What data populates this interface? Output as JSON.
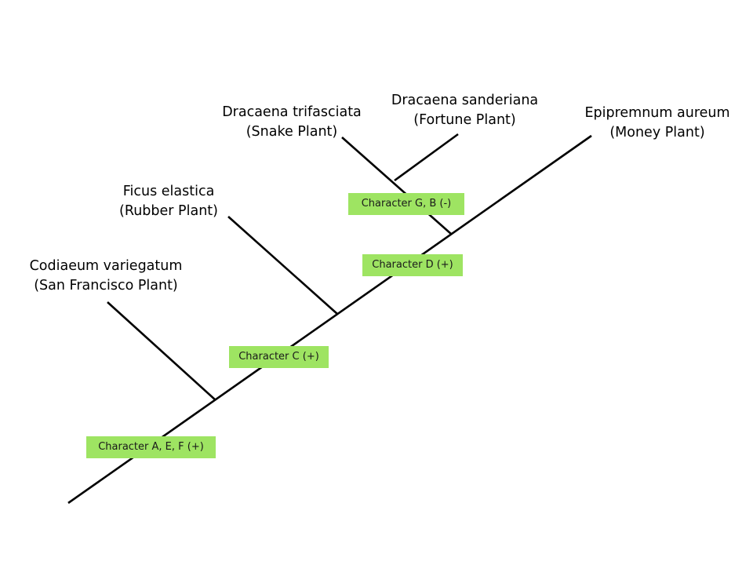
{
  "taxa": [
    {
      "id": "codiaeum",
      "name": "Codiaeum variegatum",
      "common": "(San Francisco Plant)"
    },
    {
      "id": "ficus",
      "name": "Ficus elastica",
      "common": "(Rubber Plant)"
    },
    {
      "id": "trifasciata",
      "name": "Dracaena trifasciata",
      "common": "(Snake Plant)"
    },
    {
      "id": "sanderiana",
      "name": "Dracaena sanderiana",
      "common": "(Fortune Plant)"
    },
    {
      "id": "epipremnum",
      "name": "Epipremnum aureum",
      "common": "(Money Plant)"
    }
  ],
  "characters": [
    {
      "id": "aef",
      "label": "Character A, E, F (+)"
    },
    {
      "id": "c",
      "label": "Character C (+)"
    },
    {
      "id": "d",
      "label": "Character D (+)"
    },
    {
      "id": "gb",
      "label": "Character G, B (-)"
    }
  ],
  "colors": {
    "line": "#000000",
    "character_box": "#9ee462"
  }
}
